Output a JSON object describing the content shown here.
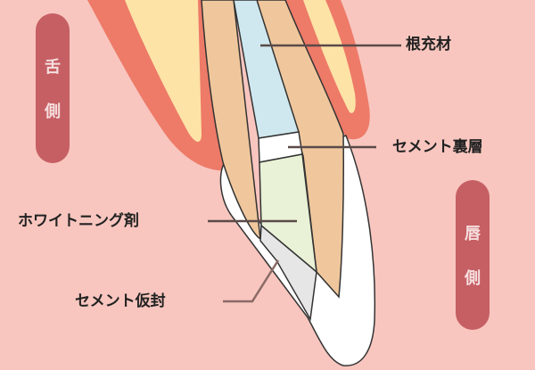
{
  "labels": {
    "root_filling": "根充材",
    "cement_base": "セメント裏層",
    "whitening_agent": "ホワイトニング剤",
    "cement_temp_seal": "セメント仮封"
  },
  "sides": {
    "lingual": [
      "舌",
      "側"
    ],
    "labial": [
      "唇",
      "側"
    ]
  },
  "colors": {
    "background": "#f8c6bf",
    "gum": "#ee7a68",
    "bone": "#fde3a6",
    "dentin": "#f0c79c",
    "root_filling": "#cfe8ef",
    "whitening_agent": "#e9f2d6",
    "temp_seal": "#e6e6e6",
    "enamel": "#ffffff",
    "side_pill": "#c65f64"
  }
}
